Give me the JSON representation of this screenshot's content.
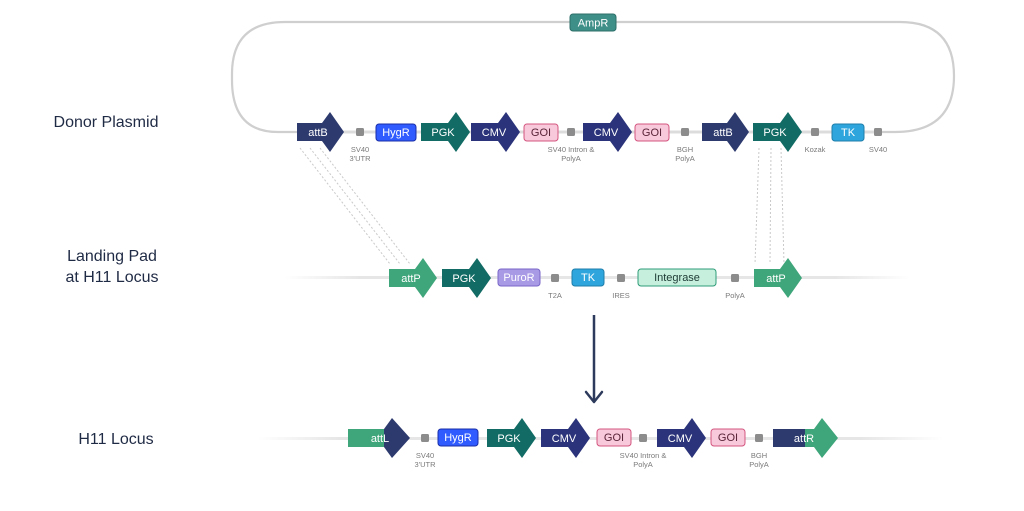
{
  "rows": {
    "donor": "Donor Plasmid",
    "landing_line1": "Landing Pad",
    "landing_line2": "at H11 Locus",
    "locus": "H11 Locus"
  },
  "plasmid_backbone_label": "AmpR",
  "donor_elements": [
    "attB",
    "HygR",
    "PGK",
    "CMV",
    "GOI",
    "CMV",
    "GOI",
    "attB",
    "PGK",
    "TK"
  ],
  "donor_sublabels": [
    [
      "SV40",
      "3'UTR"
    ],
    [
      "SV40 Intron &",
      "PolyA"
    ],
    [
      "BGH",
      "PolyA"
    ],
    [
      "Kozak"
    ],
    [
      "SV40"
    ]
  ],
  "landing_elements": [
    "attP",
    "PGK",
    "PuroR",
    "TK",
    "Integrase",
    "attP"
  ],
  "landing_sublabels": [
    [
      "T2A"
    ],
    [
      "IRES"
    ],
    [
      "PolyA"
    ]
  ],
  "locus_elements": [
    "attL",
    "HygR",
    "PGK",
    "CMV",
    "GOI",
    "CMV",
    "GOI",
    "attR"
  ],
  "locus_sublabels": [
    [
      "SV40",
      "3'UTR"
    ],
    [
      "SV40 Intron &",
      "PolyA"
    ],
    [
      "BGH",
      "PolyA"
    ]
  ],
  "colors": {
    "att_navy": "#2d3a6e",
    "att_green": "#3fa57a",
    "pgk": "#126b64",
    "cmv": "#2b347a",
    "hygr": "#2f5bff",
    "goi_fill": "#f7c9da",
    "goi_border": "#d4557f",
    "tk": "#2ea6dd",
    "puror": "#a99ae6",
    "integrase_fill": "#c6f0dd",
    "integrase_border": "#2e9b78",
    "ampr": "#3f8f89",
    "spacer": "#8c8c8c",
    "backbone": "#cfcfcf"
  }
}
